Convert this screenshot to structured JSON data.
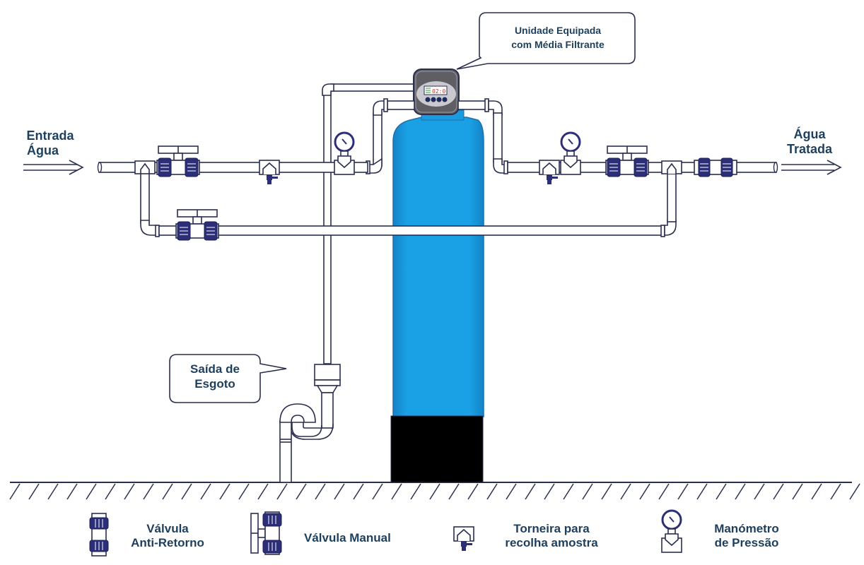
{
  "title": "Water filtration system installation diagram",
  "labels": {
    "inlet": [
      "Entrada",
      "Água"
    ],
    "outlet": [
      "Água",
      "Tratada"
    ],
    "unit_callout": [
      "Unidade Equipada",
      "com Média Filtrante"
    ],
    "drain_callout": [
      "Saída de",
      "Esgoto"
    ]
  },
  "controller": {
    "display": "02:0",
    "buttons": 4
  },
  "legend": [
    {
      "icon": "check-valve-icon",
      "label": [
        "Válvula",
        "Anti-Retorno"
      ]
    },
    {
      "icon": "manual-valve-icon",
      "label": [
        "Válvula Manual"
      ]
    },
    {
      "icon": "sample-tap-icon",
      "label": [
        "Torneira para",
        "recolha amostra"
      ]
    },
    {
      "icon": "pressure-gauge-icon",
      "label": [
        "Manómetro",
        "de Pressão"
      ]
    }
  ],
  "colors": {
    "text": "#1d3f5e",
    "tank": "#1a9be0",
    "tank_base": "#000000",
    "valve": "#2c2f78",
    "outline": "#2b2f4f"
  }
}
